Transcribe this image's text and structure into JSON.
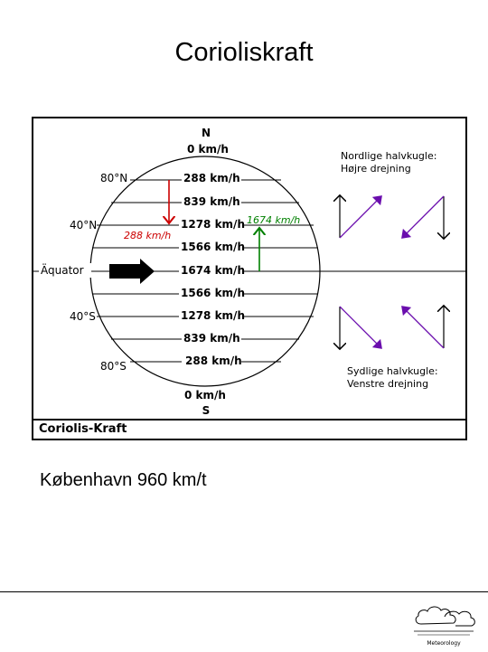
{
  "slide": {
    "title": "Corioliskraft"
  },
  "diagram": {
    "north_label": "N",
    "south_label": "S",
    "north_pole_speed": "0 km/h",
    "south_pole_speed": "0 km/h",
    "lat_labels": {
      "n80": "80°N",
      "n40": "40°N",
      "equator": "Äquator",
      "s40": "40°S",
      "s80": "80°S"
    },
    "speed_labels": {
      "n1": "288 km/h",
      "n2": "839 km/h",
      "n3": "1278 km/h",
      "n4": "1566 km/h",
      "eq": "1674 km/h",
      "s4": "1566 km/h",
      "s3": "1278 km/h",
      "s2": "839 km/h",
      "s1": "288 km/h"
    },
    "red_arrow_label": "288 km/h",
    "green_arrow_label": "1674 km/h",
    "north_hemisphere": {
      "line1": "Nordlige halvkugle:",
      "line2": "Højre drejning"
    },
    "south_hemisphere": {
      "line1": "Sydlige halvkugle:",
      "line2": "Venstre drejning"
    },
    "caption": "Coriolis-Kraft",
    "colors": {
      "red_arrow": "#cc0000",
      "green_arrow": "#008000",
      "rotation_arrow": "#6a0dad"
    }
  },
  "note": "København 960 km/t",
  "footer": {
    "logo_text": "Meteorology"
  }
}
